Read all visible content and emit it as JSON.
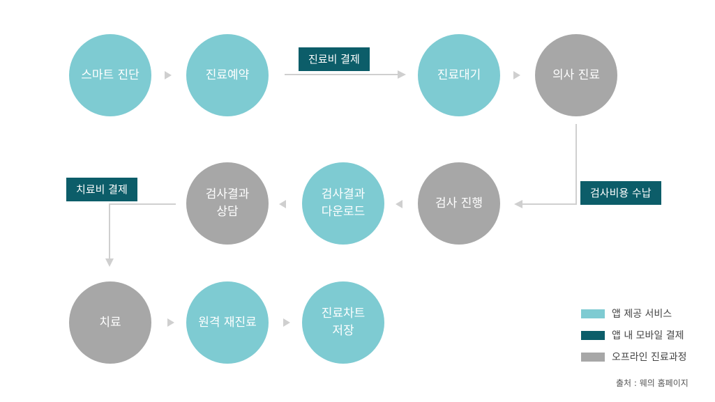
{
  "steps": [
    {
      "id": "smart-diagnosis",
      "label": "스마트 진단",
      "kind": "app_service"
    },
    {
      "id": "reservation",
      "label": "진료예약",
      "kind": "app_service"
    },
    {
      "id": "waiting",
      "label": "진료대기",
      "kind": "app_service"
    },
    {
      "id": "doctor-consult",
      "label": "의사 진료",
      "kind": "offline"
    },
    {
      "id": "test-run",
      "label": "검사 진행",
      "kind": "offline"
    },
    {
      "id": "result-download",
      "label": "검사결과\n다운로드",
      "kind": "app_service"
    },
    {
      "id": "result-consult",
      "label": "검사결과\n상담",
      "kind": "offline"
    },
    {
      "id": "treatment",
      "label": "치료",
      "kind": "offline"
    },
    {
      "id": "remote-revisit",
      "label": "원격 재진료",
      "kind": "app_service"
    },
    {
      "id": "chart-save",
      "label": "진료차트\n저장",
      "kind": "app_service"
    }
  ],
  "payment_tags": {
    "consult_fee": "진료비 결제",
    "test_fee": "검사비용 수납",
    "treatment_fee": "치료비 결제"
  },
  "legend": [
    {
      "label": "앱 제공 서비스",
      "color": "#7ecbd2"
    },
    {
      "label": "앱 내 모바일 결제",
      "color": "#0c5d69"
    },
    {
      "label": "오프라인 진료과정",
      "color": "#a7a7a7"
    }
  ],
  "source": "출처 : 웨의 홈페이지",
  "colors": {
    "app_service": "#7ecbd2",
    "mobile_payment": "#0c5d69",
    "offline": "#a7a7a7",
    "connector": "#cfcfcf"
  }
}
